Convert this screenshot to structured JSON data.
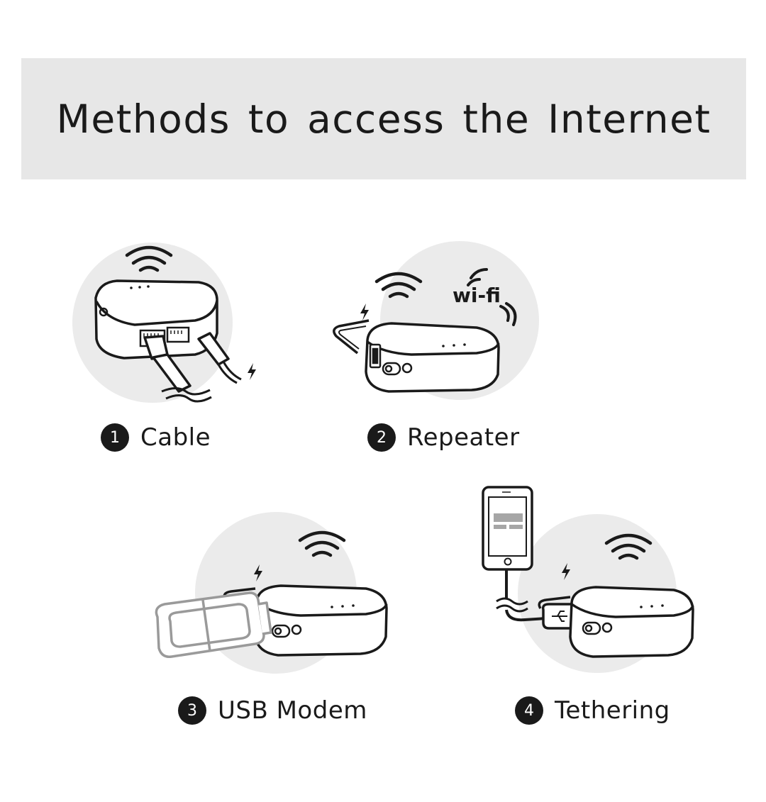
{
  "header": {
    "title": "Methods to access the Internet"
  },
  "methods": [
    {
      "number": "1",
      "label": "Cable",
      "icon": "ethernet-cable-icon"
    },
    {
      "number": "2",
      "label": "Repeater",
      "icon": "wifi-repeater-icon"
    },
    {
      "number": "3",
      "label": "USB Modem",
      "icon": "usb-modem-icon"
    },
    {
      "number": "4",
      "label": "Tethering",
      "icon": "phone-tethering-icon"
    }
  ],
  "wifi_logo_text": "wi-fi",
  "colors": {
    "banner": "#e7e7e7",
    "circle": "#ebebeb",
    "ink": "#1a1a1a",
    "modem_gray": "#9a9a9a"
  }
}
